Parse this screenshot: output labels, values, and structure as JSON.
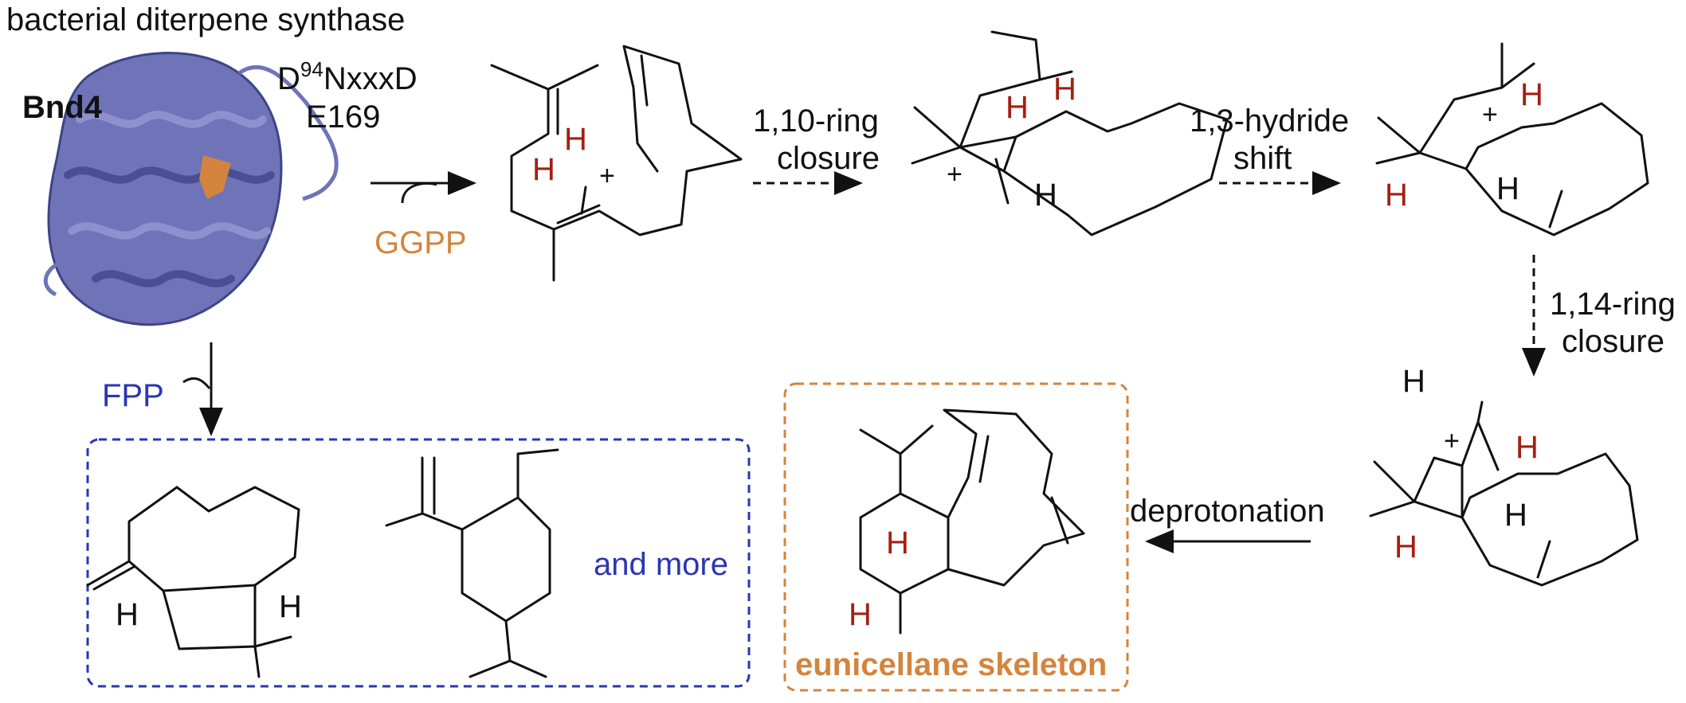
{
  "header": {
    "title": "bacterial diterpene synthase"
  },
  "enzyme": {
    "name": "Bnd4",
    "motif_prefix": "D",
    "motif_superscript": "94",
    "motif_suffix": "NxxxD",
    "residue": "E169"
  },
  "reagents": {
    "ggpp": "GGPP",
    "fpp": "FPP"
  },
  "steps": {
    "ring_closure_110_line1": "1,10-ring",
    "ring_closure_110_line2": "closure",
    "hydride_shift_line1": "1,3-hydride",
    "hydride_shift_line2": "shift",
    "ring_closure_114_line1": "1,14-ring",
    "ring_closure_114_line2": "closure",
    "deprotonation": "deprotonation"
  },
  "atoms": {
    "hydrogen": "H",
    "cation": "+"
  },
  "boxes": {
    "fpp_products_note": "and more",
    "eunicellane_label": "eunicellane skeleton"
  },
  "colors": {
    "protein": "#6f74b8",
    "ggpp": "#d4843e",
    "fpp": "#2b36b0",
    "hydrogen_highlight": "#a31f12",
    "box_blue": "#2b36b0",
    "box_orange": "#d4843e",
    "text": "#111111"
  }
}
